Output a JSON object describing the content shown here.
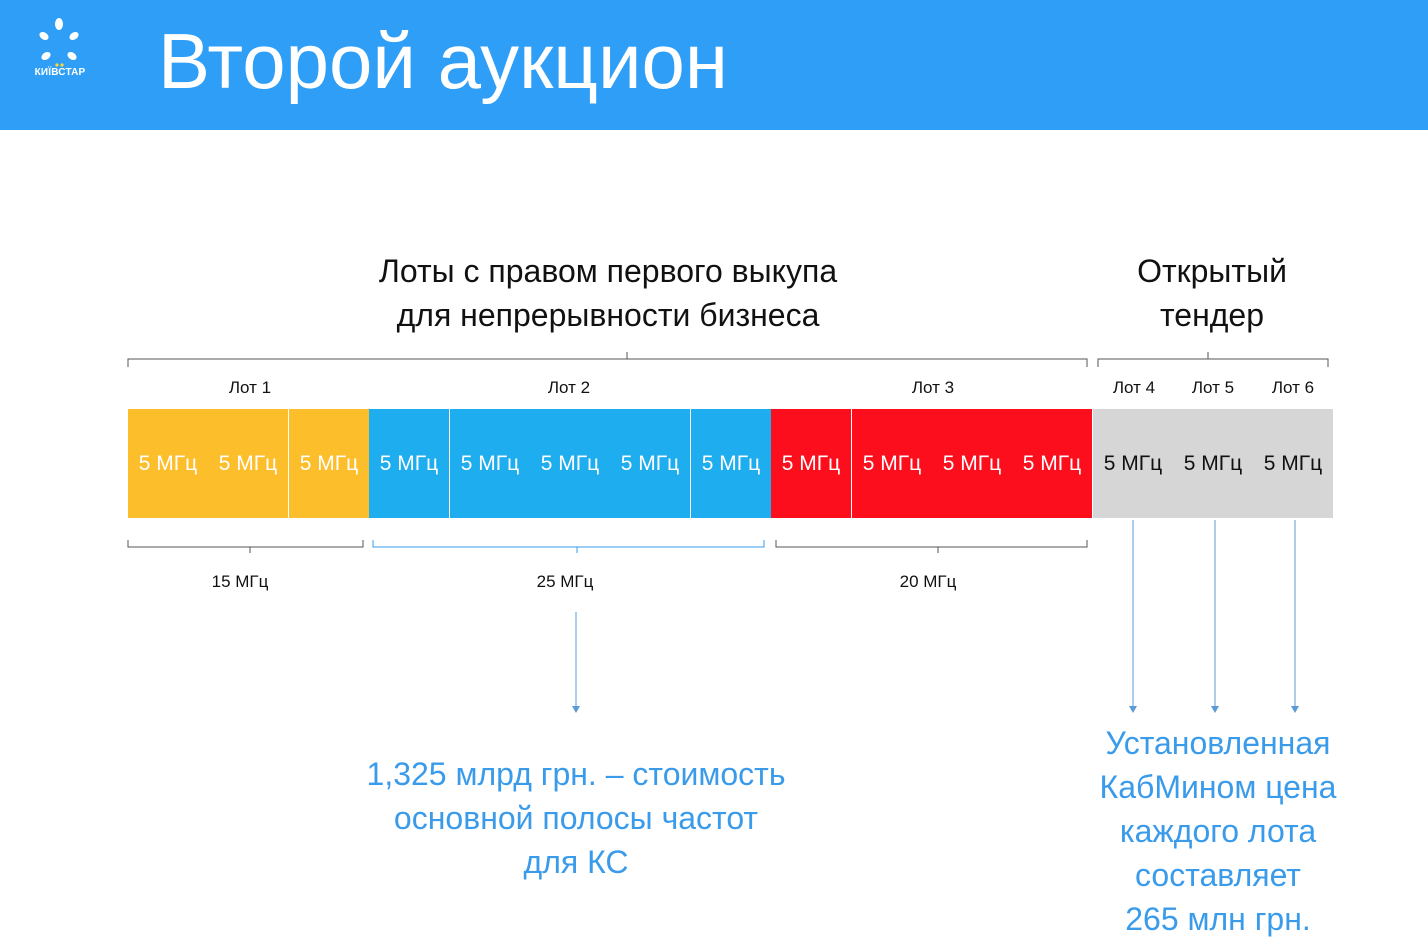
{
  "header": {
    "title": "Второй аукцион",
    "logo_text": "КИЇВСТАР",
    "bg_color": "#2e9ef7"
  },
  "groups": {
    "first_purchase_title": "Лоты с правом первого выкупа\nдля непрерывности бизнеса",
    "open_tender_title": "Открытый\nтендер"
  },
  "lots": [
    {
      "label": "Лот 1"
    },
    {
      "label": "Лот 2"
    },
    {
      "label": "Лот 3"
    },
    {
      "label": "Лот 4"
    },
    {
      "label": "Лот 5"
    },
    {
      "label": "Лот 6"
    }
  ],
  "band_label": "5 МГц",
  "bands": [
    {
      "lot": 1,
      "color": "#fdbe2c"
    },
    {
      "lot": 1,
      "color": "#fdbe2c"
    },
    {
      "lot": 1,
      "color": "#fdbe2c"
    },
    {
      "lot": 2,
      "color": "#1eadee"
    },
    {
      "lot": 2,
      "color": "#1eadee"
    },
    {
      "lot": 2,
      "color": "#1eadee"
    },
    {
      "lot": 2,
      "color": "#1eadee"
    },
    {
      "lot": 2,
      "color": "#1eadee"
    },
    {
      "lot": 3,
      "color": "#fd0e1d"
    },
    {
      "lot": 3,
      "color": "#fd0e1d"
    },
    {
      "lot": 3,
      "color": "#fd0e1d"
    },
    {
      "lot": 3,
      "color": "#fd0e1d"
    },
    {
      "lot": 4,
      "color": "#d6d6d6"
    },
    {
      "lot": 5,
      "color": "#d6d6d6"
    },
    {
      "lot": 6,
      "color": "#d6d6d6"
    }
  ],
  "totals": {
    "lot1": "15 МГц",
    "lot2": "25 МГц",
    "lot3": "20 МГц"
  },
  "notes": {
    "main_band_cost": "1,325 млрд грн. – стоимость\nосновной полосы частот\nдля КС",
    "tender_price": "Установленная\nКабМином цена\nкаждого лота\nсоставляет\n265 млн грн."
  },
  "colors": {
    "note_text": "#3a9bea",
    "connector": "#5b9bd5"
  }
}
